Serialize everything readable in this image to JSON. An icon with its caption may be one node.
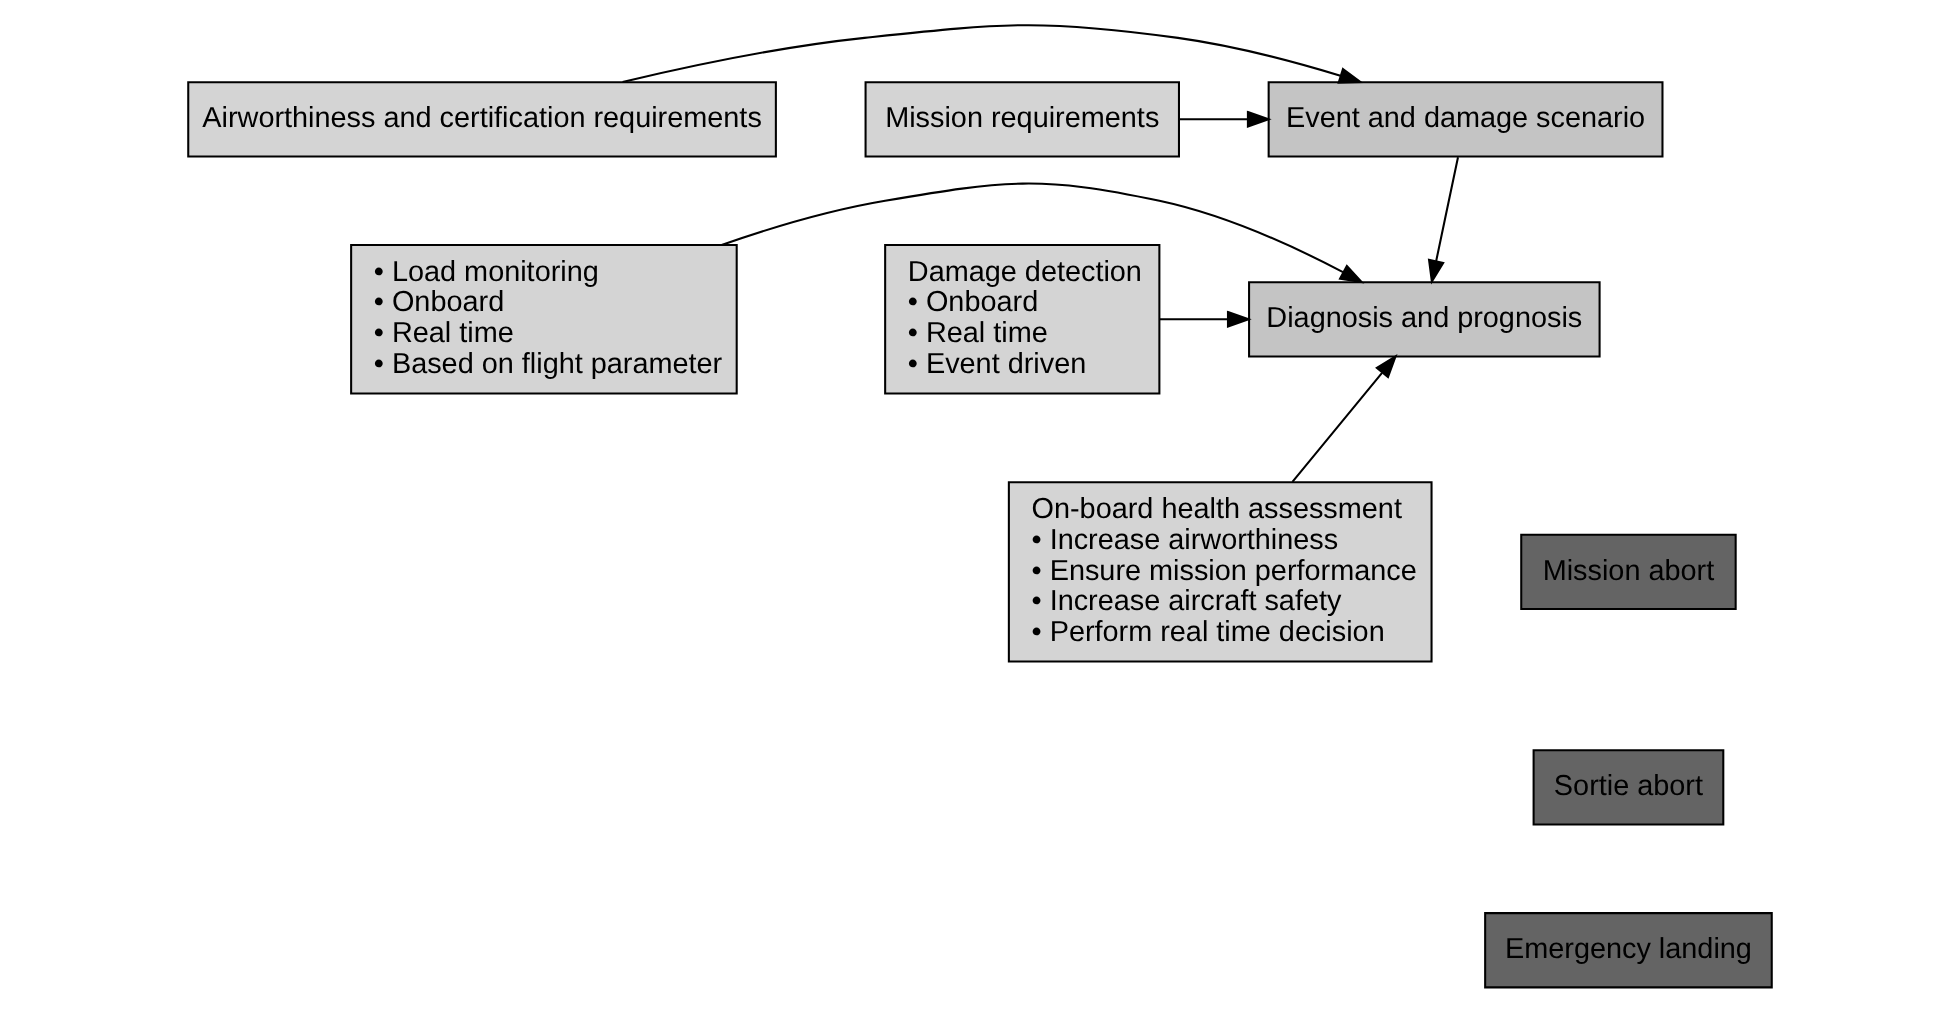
{
  "diagram": {
    "nodes": [
      {
        "text": [
          "Airworthiness and certification requirements"
        ]
      },
      {
        "text": [
          "Event and damage scenario"
        ]
      },
      {
        "text": [
          "Mission requirements"
        ]
      },
      {
        "text": [
          "• Load monitoring",
          "• Onboard",
          "• Real time",
          "• Based on flight parameter"
        ]
      },
      {
        "text": [
          "Diagnosis and prognosis"
        ]
      },
      {
        "text": [
          "Damage detection",
          "• Onboard",
          "• Real time",
          "• Event driven"
        ]
      },
      {
        "text": [
          "On-board health assessment",
          "• Increase airworthiness",
          "• Ensure mission performance",
          "• Increase aircraft safety",
          "• Perform real time decision"
        ]
      },
      {
        "text": [
          "Mission abort"
        ]
      },
      {
        "text": [
          "Sortie abort"
        ]
      },
      {
        "text": [
          "Emergency landing"
        ]
      }
    ],
    "edges": [
      {
        "from": 0,
        "to": 1,
        "arrow": "to"
      },
      {
        "from": 2,
        "to": 1,
        "arrow": "to"
      },
      {
        "from": 1,
        "to": 4,
        "arrow": "to"
      },
      {
        "from": 3,
        "to": 4,
        "arrow": "to"
      },
      {
        "from": 5,
        "to": 4,
        "arrow": "to"
      },
      {
        "from": 6,
        "to": 4,
        "arrow": "to"
      }
    ]
  }
}
